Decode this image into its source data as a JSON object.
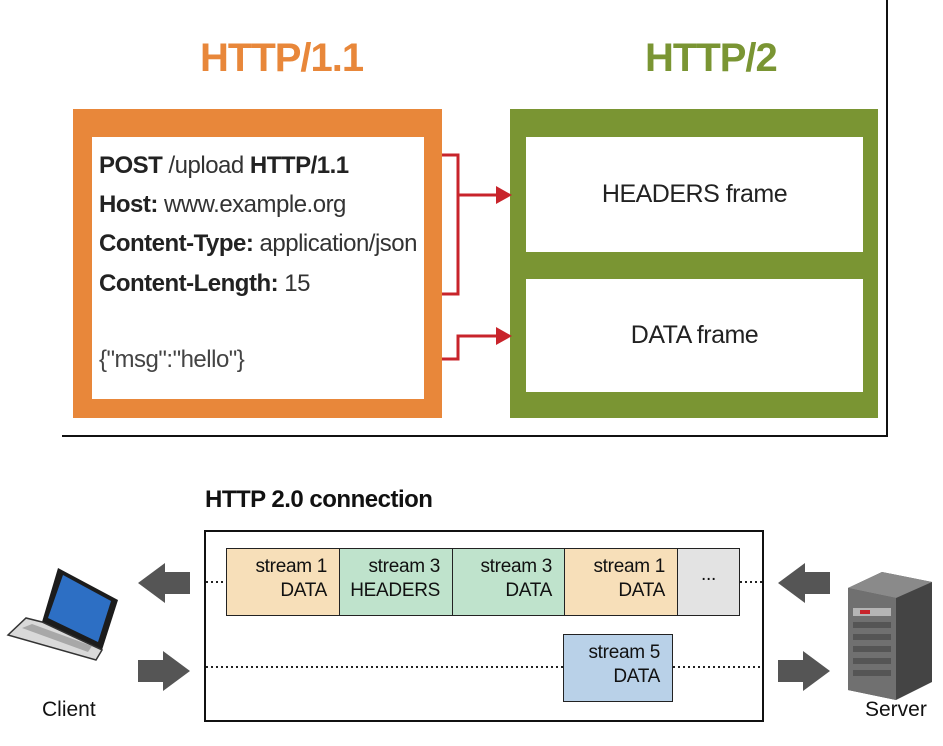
{
  "top": {
    "http11_title": "HTTP/1.1",
    "http2_title": "HTTP/2",
    "request": {
      "line1_method": "POST",
      "line1_path": " /upload ",
      "line1_version": "HTTP/1.1",
      "line2_key": "Host:",
      "line2_val": " www.example.org",
      "line3_key": "Content-Type:",
      "line3_val": " application/json",
      "line4_key": "Content-Length:",
      "line4_val": " 15",
      "body": "{\"msg\":\"hello\"}"
    },
    "headers_frame": "HEADERS frame",
    "data_frame": "DATA frame"
  },
  "bottom": {
    "connection_title": "HTTP 2.0 connection",
    "segments_top": [
      {
        "line1": "stream 1",
        "line2": "DATA",
        "color": "#f7dfb9"
      },
      {
        "line1": "stream 3",
        "line2": "HEADERS",
        "color": "#bfe3cc"
      },
      {
        "line1": "stream 3",
        "line2": "DATA",
        "color": "#bfe3cc"
      },
      {
        "line1": "stream 1",
        "line2": "DATA",
        "color": "#f7dfb9"
      },
      {
        "line1": "...",
        "line2": "",
        "color": "#e3e3e3"
      }
    ],
    "segment_bottom": {
      "line1": "stream 5",
      "line2": "DATA",
      "color": "#b9d1e8"
    },
    "client_label": "Client",
    "server_label": "Server"
  },
  "colors": {
    "http11": "#e8873a",
    "http2": "#7a9533",
    "arrow_red": "#c8242b",
    "arrow_gray": "#555555"
  }
}
